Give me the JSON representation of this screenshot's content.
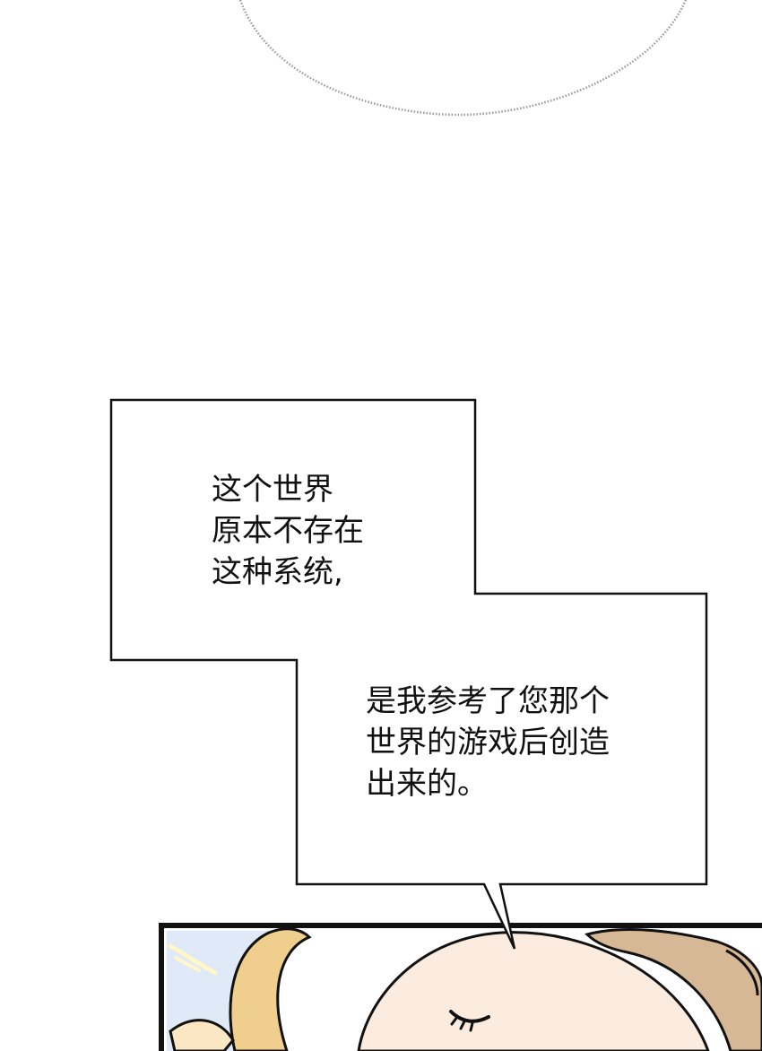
{
  "speech_box_1": {
    "lines": [
      "这个世界",
      "原本不存在",
      "这种系统,"
    ]
  },
  "speech_box_2": {
    "lines": [
      "是我参考了您那个",
      "世界的游戏后创造",
      "出来的。"
    ]
  }
}
